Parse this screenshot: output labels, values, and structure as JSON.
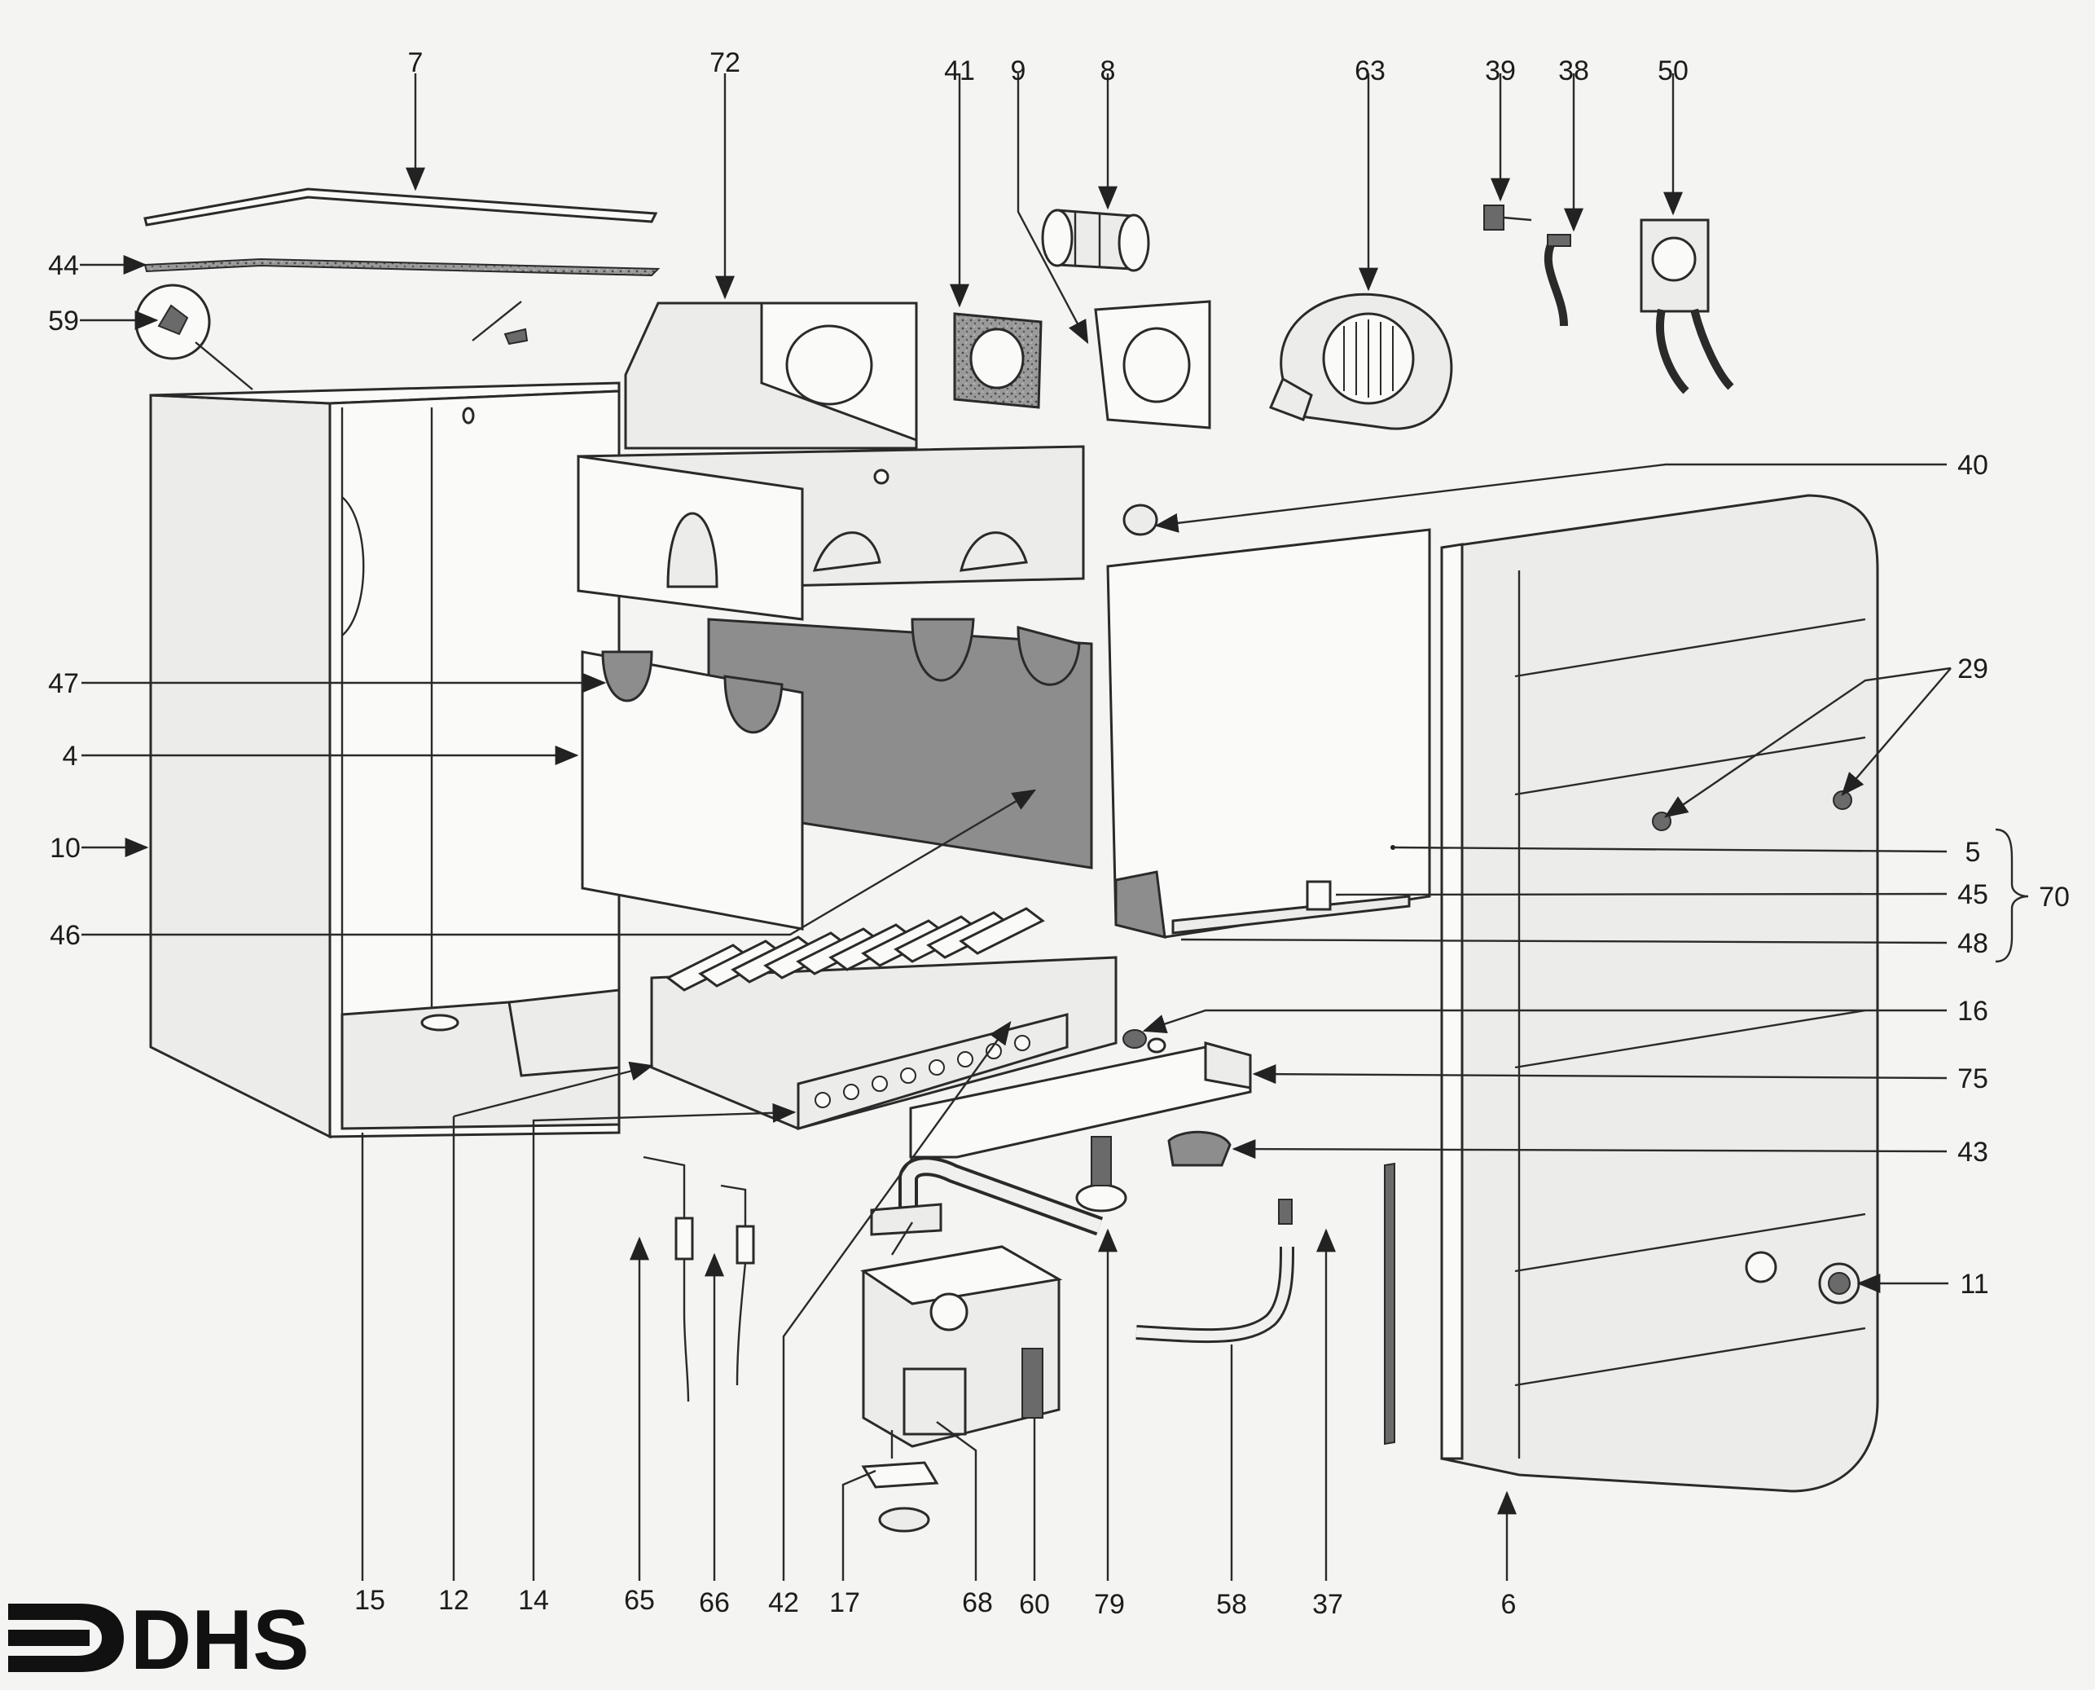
{
  "diagram": {
    "callouts": [
      "7",
      "72",
      "41",
      "9",
      "8",
      "63",
      "39",
      "38",
      "50",
      "44",
      "59",
      "40",
      "47",
      "29",
      "4",
      "10",
      "5",
      "45",
      "70",
      "46",
      "48",
      "16",
      "75",
      "43",
      "11",
      "15",
      "12",
      "14",
      "65",
      "66",
      "42",
      "17",
      "68",
      "60",
      "79",
      "58",
      "37",
      "6"
    ]
  },
  "logo": {
    "text": "DHS"
  }
}
